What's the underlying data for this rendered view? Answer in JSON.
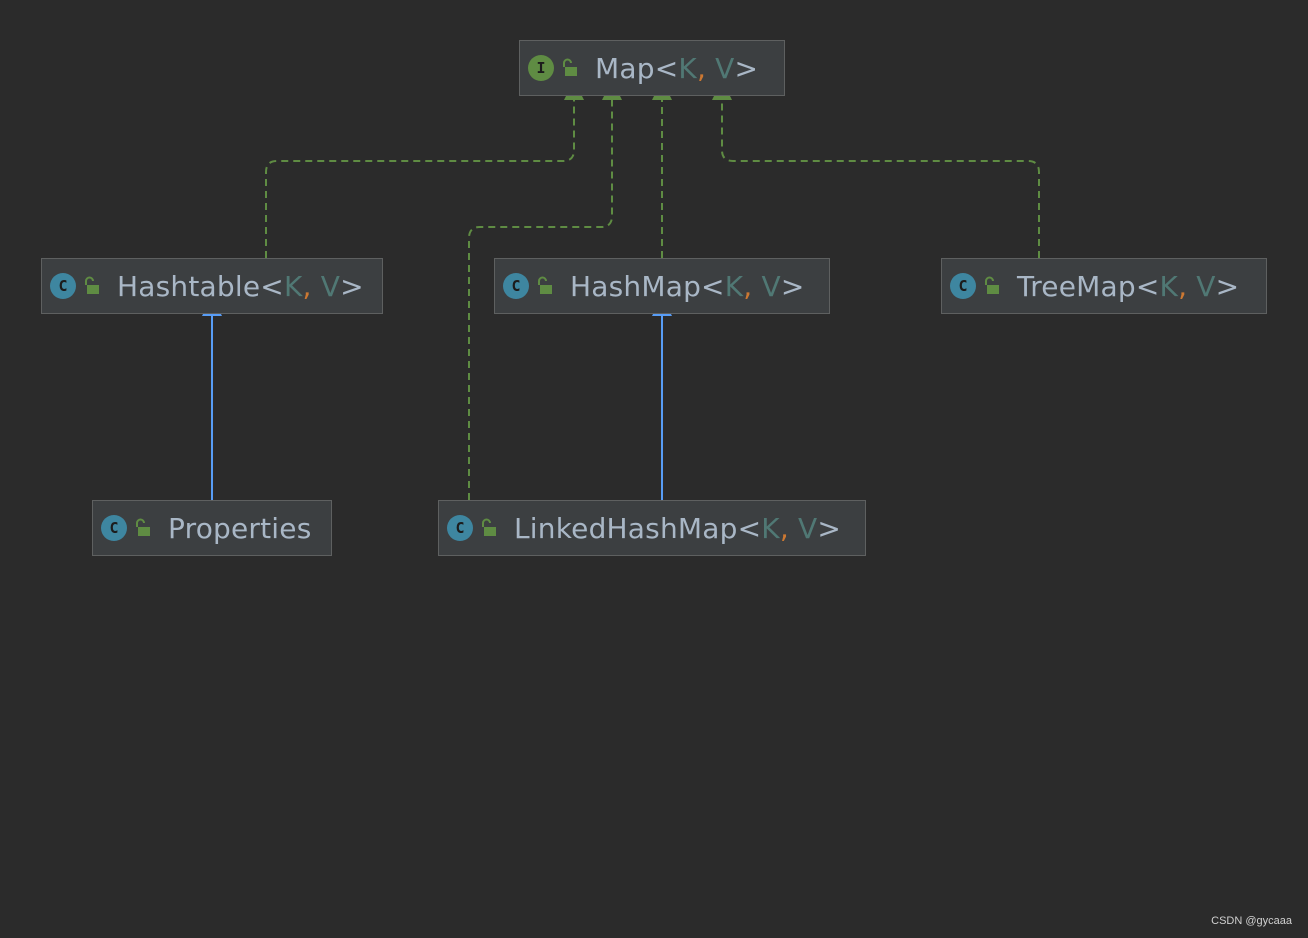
{
  "colors": {
    "background": "#2b2b2b",
    "node_fill": "#3c3f41",
    "node_border": "#5e6060",
    "implements_edge": "#5f8c43",
    "extends_edge": "#589df6",
    "interface_icon": "#5f8c43",
    "class_icon": "#3e86a0",
    "type_param": "#507874",
    "comma": "#cc7832"
  },
  "nodes": {
    "map": {
      "kind": "interface",
      "kind_letter": "I",
      "name": "Map",
      "open": "<",
      "p1": "K",
      "sep": ",",
      "p2": " V",
      "close": ">"
    },
    "hashtable": {
      "kind": "class",
      "kind_letter": "C",
      "name": "Hashtable",
      "open": "<",
      "p1": "K",
      "sep": ",",
      "p2": " V",
      "close": ">"
    },
    "hashmap": {
      "kind": "class",
      "kind_letter": "C",
      "name": "HashMap",
      "open": "<",
      "p1": "K",
      "sep": ",",
      "p2": " V",
      "close": ">"
    },
    "treemap": {
      "kind": "class",
      "kind_letter": "C",
      "name": "TreeMap",
      "open": "<",
      "p1": "K",
      "sep": ",",
      "p2": " V",
      "close": ">"
    },
    "properties": {
      "kind": "class",
      "kind_letter": "C",
      "name": "Properties"
    },
    "linkedhashmap": {
      "kind": "class",
      "kind_letter": "C",
      "name": "LinkedHashMap",
      "open": "<",
      "p1": "K",
      "sep": ",",
      "p2": " V",
      "close": ">"
    }
  },
  "edges": [
    {
      "from": "hashtable",
      "to": "map",
      "type": "implements"
    },
    {
      "from": "linkedhashmap",
      "to": "map",
      "type": "implements"
    },
    {
      "from": "hashmap",
      "to": "map",
      "type": "implements"
    },
    {
      "from": "treemap",
      "to": "map",
      "type": "implements"
    },
    {
      "from": "properties",
      "to": "hashtable",
      "type": "extends"
    },
    {
      "from": "linkedhashmap",
      "to": "hashmap",
      "type": "extends"
    }
  ],
  "icons": {
    "interface": "interface-icon",
    "class": "class-icon",
    "visibility": "unlocked-padlock-icon"
  },
  "watermark": "CSDN @gycaaa"
}
